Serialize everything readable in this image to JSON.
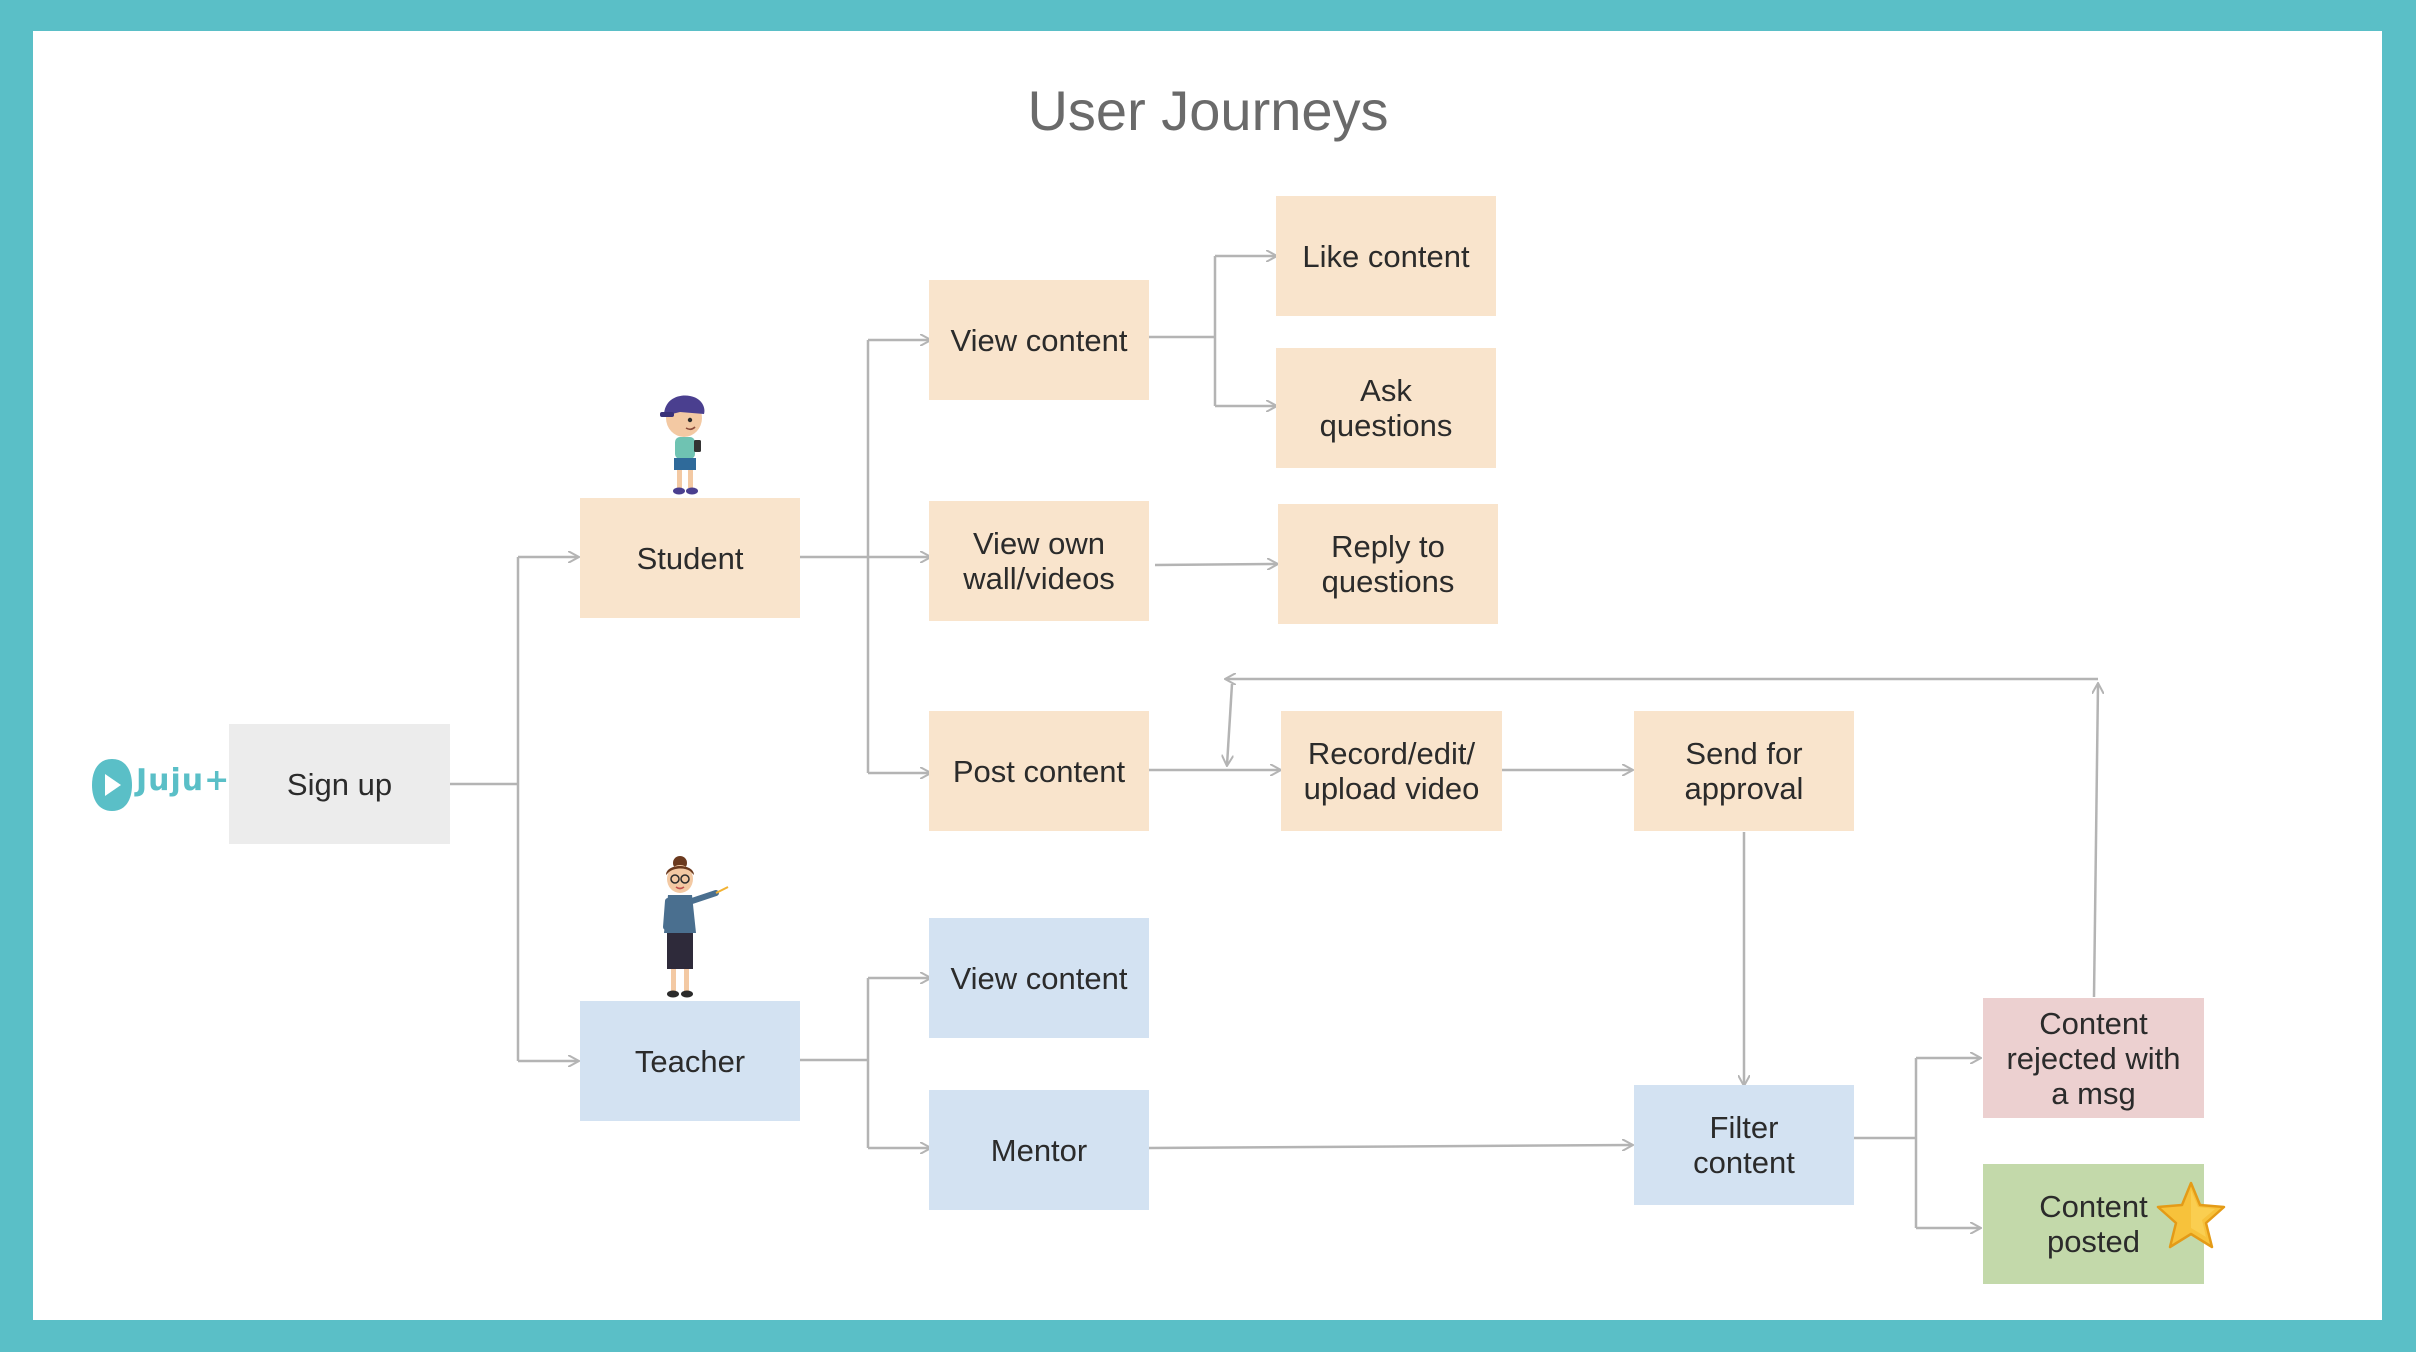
{
  "title": "User Journeys",
  "logo": {
    "text": "Juju+"
  },
  "colors": {
    "background_frame": "#5abfc7",
    "student_path": "#f9e4cc",
    "teacher_path": "#d3e2f2",
    "signup": "#ececec",
    "rejected": "#ecd0d0",
    "posted": "#c3d9aa",
    "connector": "#b4b4b4"
  },
  "nodes": {
    "sign_up": "Sign up",
    "student": "Student",
    "teacher": "Teacher",
    "view_content": "View content",
    "view_own_wall": "View own\nwall/videos",
    "post_content": "Post content",
    "like_content": "Like content",
    "ask_questions": "Ask\nquestions",
    "reply_to_questions": "Reply to\nquestions",
    "record_upload": "Record/edit/\nupload video",
    "send_for_approval": "Send for\napproval",
    "teacher_view_content": "View content",
    "mentor": "Mentor",
    "filter_content": "Filter\ncontent",
    "content_rejected": "Content\nrejected with\na msg",
    "content_posted": "Content\nposted"
  },
  "icons": {
    "logo": "play-logo-icon",
    "student": "student-character-icon",
    "teacher": "teacher-character-icon",
    "posted": "star-icon"
  }
}
